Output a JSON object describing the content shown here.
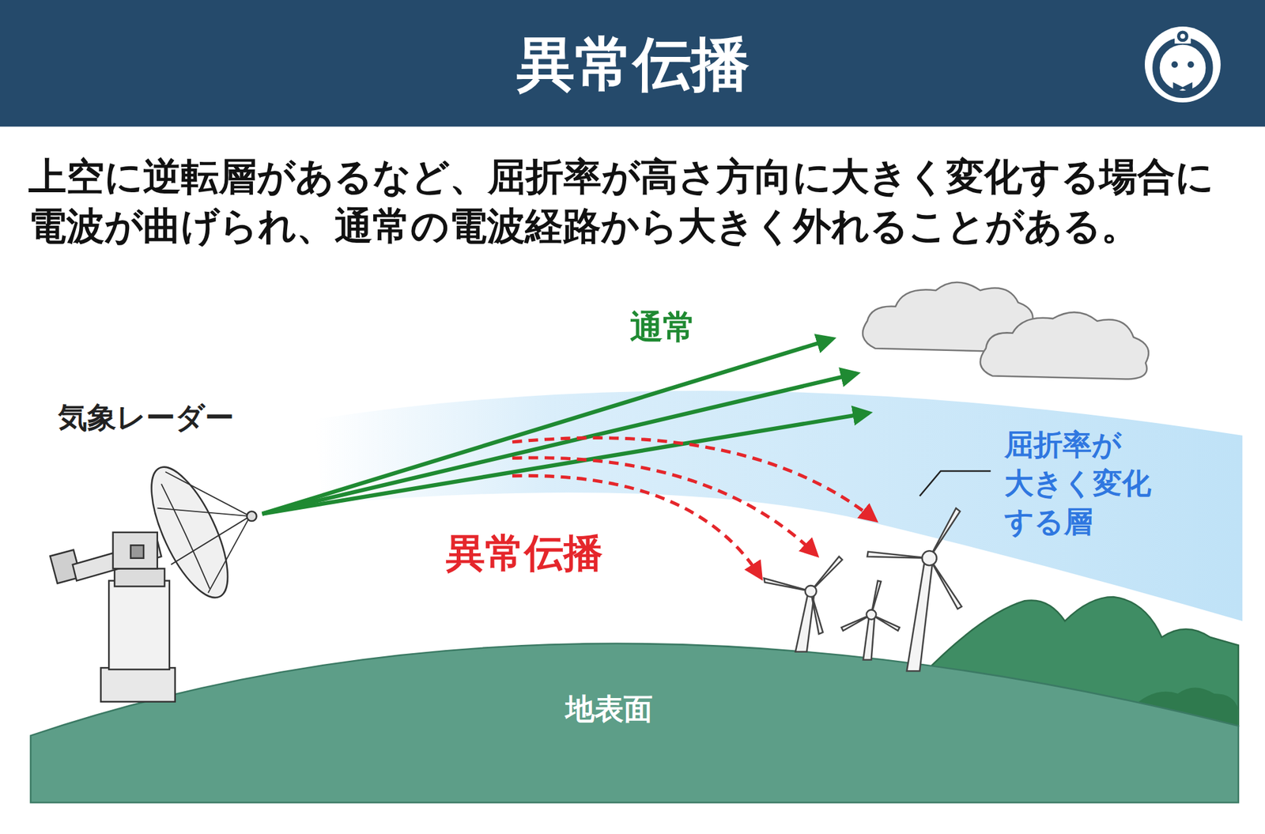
{
  "diagram": {
    "title": "異常伝播",
    "labels": [
      "上空に逆転層があるなど、屈折率が高さ方向に大きく変化する場合に電波が曲げられ、通常の電波経路から大きく外れることがある。",
      "通常",
      "気象レーダー",
      "異常伝播",
      "屈折率が 大きく変化 する層",
      "地表面"
    ]
  }
}
